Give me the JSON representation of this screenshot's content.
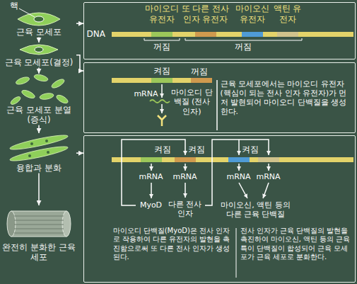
{
  "diagram": {
    "nodes": [
      {
        "text": [
          "근육 모세포"
        ]
      },
      {
        "text": [
          "근육 모세포(결정)"
        ]
      },
      {
        "text": [
          "근육 모세포 분열(증식)"
        ]
      },
      {
        "text": [
          "융합과 분화"
        ]
      },
      {
        "text": [
          "완전히 분화한 근육 세포"
        ]
      },
      {
        "text": [
          "마이오디 유전자",
          "또 다른 전사 인자 유전자",
          "마이오신 유전자",
          "액틴 유전자",
          "DNA",
          "꺼짐",
          "꺼짐"
        ]
      },
      {
        "text": [
          "켜짐",
          "꺼짐",
          "mRNA",
          "마이오디 단백질 (전사 인자)",
          "근육 모세포에서는 마이오디 유전자 (핵심이 되는 전사 인자 유전자)가 먼저 발현되어 마이오디 단백질을 생성한다."
        ]
      },
      {
        "text": [
          "켜짐",
          "켜짐",
          "켜짐",
          "mRNA",
          "mRNA",
          "mRNA",
          "mRNA",
          "MyoD",
          "다른 전사 인자",
          "마이오신, 액틴 등의 다른 근육 단백질",
          "마이오디 단백질(MyoD)은 전사 인자로 작용하여 다른 유전자의 발현을 촉진함으로써 또 다른 전사 인자가 생성된다.",
          "전사 인자가 근육 단백질의 발현을 촉진하여 마이오신, 액틴 등의 근육 특이 단백질이 합성되어 근육 모세포가 근육 세포로 분화한다."
        ]
      }
    ],
    "edges": [
      {
        "from": 0,
        "to": 1,
        "arrow": "to"
      },
      {
        "from": 1,
        "to": 2,
        "arrow": "to"
      },
      {
        "from": 2,
        "to": 3,
        "arrow": "to"
      },
      {
        "from": 3,
        "to": 4,
        "arrow": "to"
      },
      {
        "from": 0,
        "to": 5,
        "arrow": "to"
      },
      {
        "from": 1,
        "to": 6,
        "arrow": "to"
      },
      {
        "from": 3,
        "to": 7,
        "arrow": "to"
      }
    ],
    "labels": [
      "핵"
    ]
  }
}
